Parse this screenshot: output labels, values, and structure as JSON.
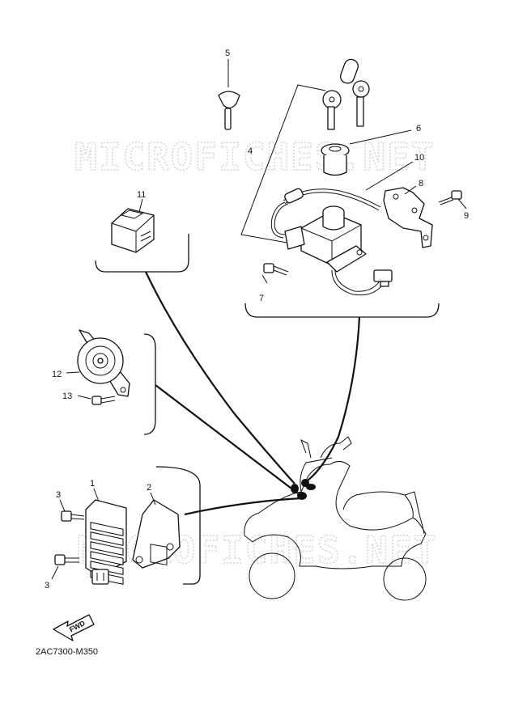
{
  "diagram": {
    "code": "2AC7300-M350",
    "watermark": "MICROFICHES.NET",
    "fwd_label": "FWD",
    "callouts": [
      {
        "id": "c1",
        "text": "1"
      },
      {
        "id": "c2",
        "text": "2"
      },
      {
        "id": "c3a",
        "text": "3"
      },
      {
        "id": "c3b",
        "text": "3"
      },
      {
        "id": "c4",
        "text": "4"
      },
      {
        "id": "c5",
        "text": "5"
      },
      {
        "id": "c6",
        "text": "6"
      },
      {
        "id": "c7",
        "text": "7"
      },
      {
        "id": "c8",
        "text": "8"
      },
      {
        "id": "c9",
        "text": "9"
      },
      {
        "id": "c10",
        "text": "10"
      },
      {
        "id": "c11",
        "text": "11"
      },
      {
        "id": "c12",
        "text": "12"
      },
      {
        "id": "c13",
        "text": "13"
      }
    ]
  }
}
